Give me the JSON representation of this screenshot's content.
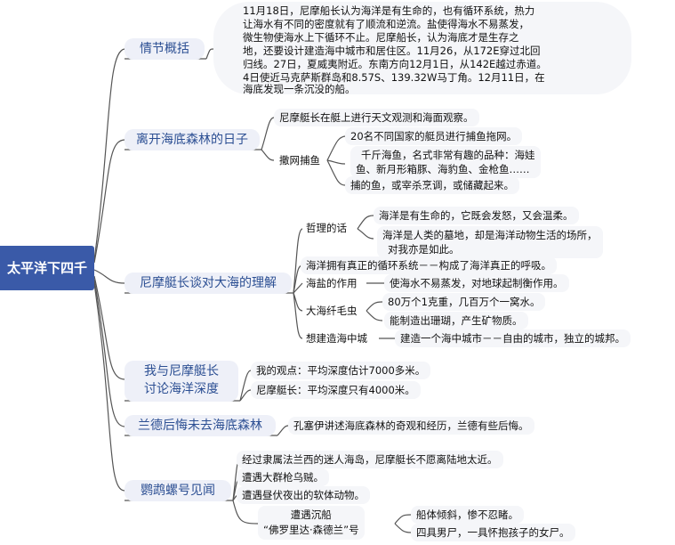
{
  "root": "太平洋下四千",
  "branches": {
    "b1": {
      "label": "情节概括",
      "lines": [
        "11月18日，尼摩船长认为海洋是有生命的，也有循环系统，热力",
        "让海水有不同的密度就有了顺流和逆流。盐使得海水不易蒸发，",
        "微生物使海水上下循环不止。尼摩船长，认为海底才是生存之",
        "地，还要设计建造海中城市和居住区。11月26，从172E穿过北回",
        "归线。27日，夏威夷附近。东南方向12月1日，从142E越过赤道。",
        "4日使近马克萨斯群岛和8.57S、139.32W马丁角。12月11日，在",
        "海底发现一条沉没的船。"
      ]
    },
    "b2": {
      "label": "离开海底森林的日子",
      "items": {
        "observe": "尼摩艇长在艇上进行天文观测和海面观察。",
        "fishing": "撒网捕鱼",
        "fish1": "20名不同国家的艇员进行捕鱼拖网。",
        "fish2a": "千斤海鱼，名式非常有趣的品种：海娃",
        "fish2b": "鱼、新月形箱豚、海豹鱼、金枪鱼……",
        "fish3": "捕的鱼，或宰杀烹调，或储藏起来。"
      }
    },
    "b3": {
      "label": "尼摩艇长谈对大海的理解",
      "items": {
        "philo": "哲理的话",
        "philo1": "海洋是有生命的，它既会发怒，又会温柔。",
        "philo2a": "海洋是人类的墓地，却是海洋动物生活的场所，",
        "philo2b": "对我亦是如此。",
        "cycle": "海洋拥有真正的循环系统－－构成了海洋真正的呼吸。",
        "salt": "海盐的作用",
        "salt1": "使海水不易蒸发，对地球起制衡作用。",
        "hair": "大海纤毛虫",
        "hair1": "80万个1克重，几百万个一窝水。",
        "hair2": "能制造出珊瑚，产生矿物质。",
        "city": "想建造海中城",
        "city1": "建造一个海中城市－－自由的城市，独立的城邦。"
      }
    },
    "b4": {
      "label_line1": "我与尼摩艇长",
      "label_line2": "讨论海洋深度",
      "items": {
        "mine": "我的观点：平均深度估计7000多米。",
        "nemo": "尼摩艇长：平均深度只有4000米。"
      }
    },
    "b5": {
      "label": "兰德后悔未去海底森林",
      "items": {
        "regret": "孔塞伊讲述海底森林的奇观和经历，兰德有些后悔。"
      }
    },
    "b6": {
      "label": "鹦鹉螺号见闻",
      "items": {
        "e1": "经过隶属法兰西的迷人海岛，尼摩艇长不愿离陆地太近。",
        "e2": "遭遇大群枪乌贼。",
        "e3": "遭遇昼伏夜出的软体动物。",
        "wreck1": "遭遇沉船",
        "wreck2": "“佛罗里达·森德兰”号",
        "w1": "船体倾斜，惨不忍睹。",
        "w2": "四具男尸，一具怀抱孩子的女尸。"
      }
    }
  },
  "colors": {
    "root_bg": "#3a5aa8",
    "branch_text": "#2c4f93",
    "line": "#555555",
    "leaf_bg": "#f5f6f9"
  }
}
